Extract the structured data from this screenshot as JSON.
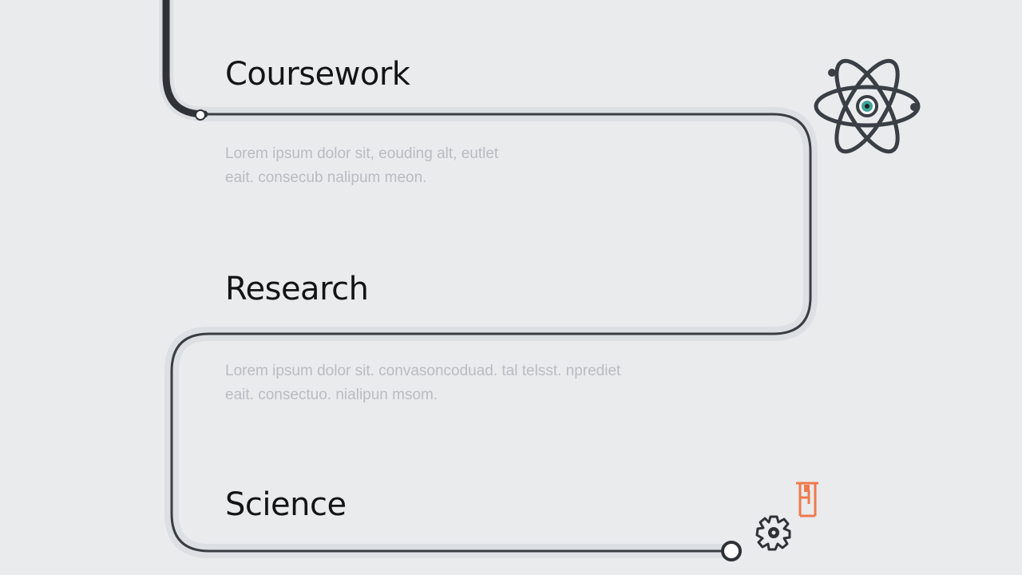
{
  "sections": [
    {
      "title": "Coursework",
      "lines": [
        "Lorem ipsum dolor sit, eouding alt, eutlet",
        "eait. consecub nalipum meon."
      ]
    },
    {
      "title": "Research",
      "lines": [
        "Lorem ipsum dolor sit. convasoncoduad. tal telsst. nprediet",
        "eait. consectuo. nialipun msom."
      ]
    },
    {
      "title": "Science",
      "lines": []
    }
  ],
  "colors": {
    "background": "#e9ebed",
    "line": "#3a3d42",
    "icon_dark": "#3a3f46",
    "icon_teal": "#3fa39a",
    "accent": "#f07a4d"
  },
  "icons": [
    "atom-icon",
    "gear-icon",
    "flask-icon"
  ]
}
